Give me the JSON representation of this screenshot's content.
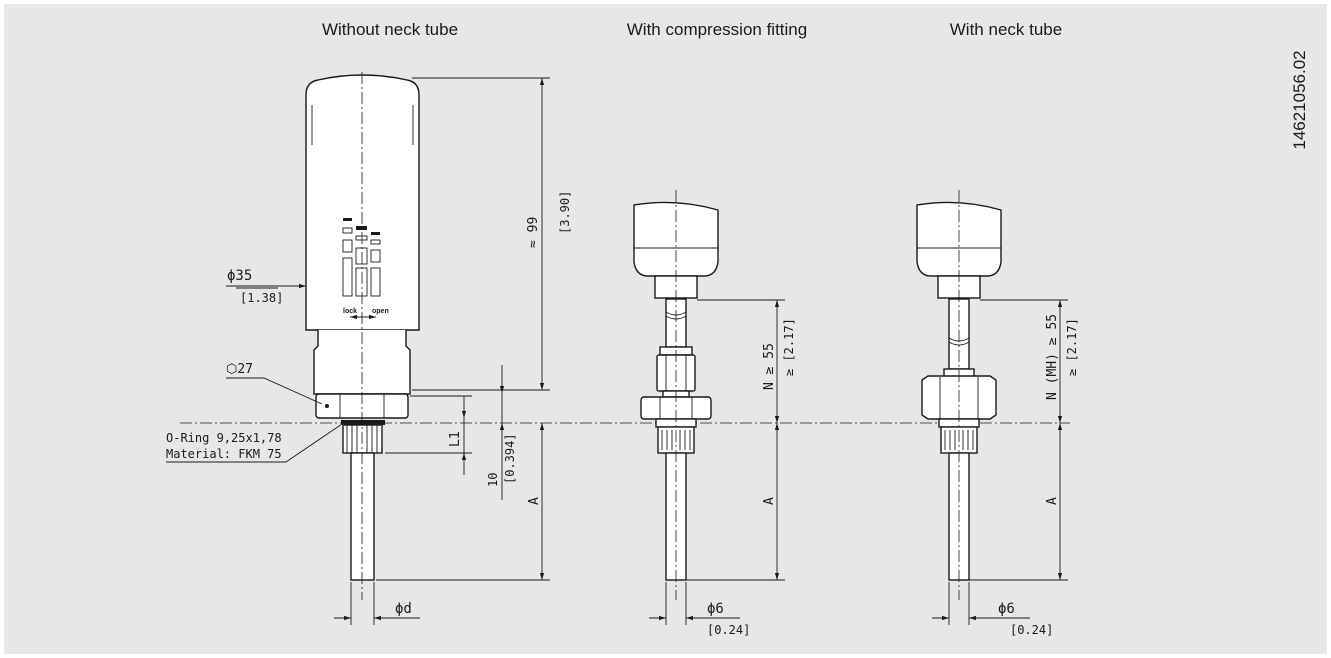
{
  "titles": {
    "without_neck": "Without neck tube",
    "compression": "With compression fitting",
    "with_neck": "With neck tube"
  },
  "drawing_number": "14621056.02",
  "labels": {
    "dia35": "ϕ35",
    "dia35_in": "[1.38]",
    "hex27": "⬡27",
    "oring_1": "O-Ring 9,25x1,78",
    "oring_2": "Material: FKM 75",
    "l1": "L1",
    "ten": "10",
    "ten_in": "[0.394]",
    "a1": "A",
    "a2": "A",
    "a3": "A",
    "height": "≈ 99",
    "height_in": "[3.90]",
    "n55": "N ≥ 55",
    "n55_in": "≥ [2.17]",
    "nmh": "N (MH) ≥ 55",
    "nmh_in": "≥ [2.17]",
    "phi_d": "ϕd",
    "phi6_a": "ϕ6",
    "phi6_a_in": "[0.24]",
    "phi6_b": "ϕ6",
    "phi6_b_in": "[0.24]",
    "lock": "lock",
    "open": "open"
  }
}
